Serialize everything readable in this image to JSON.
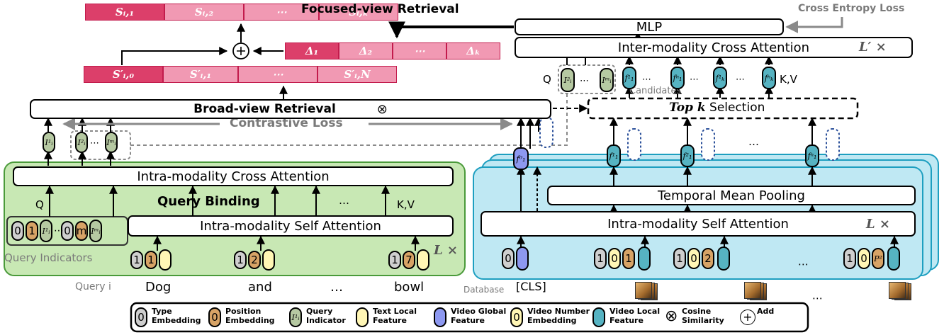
{
  "titles": {
    "focused": "Focused-view Retrieval",
    "broad": "Broad-view Retrieval",
    "cross_entropy": "Cross Entropy Loss",
    "contrastive": "Contrastive Loss",
    "candidates": "Candidates"
  },
  "modules": {
    "mlp": "MLP",
    "inter_cross": "Inter-modality Cross Attention",
    "inter_rep": "L′ ×",
    "intra_cross": "Intra-modality Cross Attention",
    "query_binding": "Query Binding",
    "intra_self_q": "Intra-modality Self Attention",
    "intra_self_v": "Intra-modality Self Attention",
    "temporal": "Temporal Mean Pooling",
    "topk_italic": "Top k",
    "topk_rest": " Selection",
    "rep_q": "L ×",
    "rep_v": "L ×"
  },
  "score_rows": {
    "final": [
      "Sᵢ,₁",
      "Sᵢ,₂",
      "⋯",
      "Sᵢ,ₖ"
    ],
    "delta": [
      "Δ₁",
      "Δ₂",
      "⋯",
      "Δₖ"
    ],
    "broad": [
      "S′ᵢ,₀",
      "S′ᵢ,₁",
      "⋯",
      "S′ᵢ,N"
    ]
  },
  "labels": {
    "q": "Q",
    "kv_top": "K,V",
    "kv_mid": "K,V",
    "q_left": "Q",
    "query_indicators": "Query Indicators",
    "query_i": "Query i",
    "database": "Database",
    "cls": "[CLS]",
    "dots": "⋯",
    "dots2": "…",
    "dots3": "…"
  },
  "query_words": [
    "Dog",
    "and",
    "…",
    "bowl"
  ],
  "query_tokens": [
    {
      "type": "1",
      "pos": "1"
    },
    {
      "type": "1",
      "pos": "2"
    },
    {
      "type": "1",
      "pos": "7"
    }
  ],
  "indicator_tokens": [
    {
      "type": "0",
      "pos": "1",
      "ind": "I¹ᵢ"
    },
    {
      "type": "0",
      "pos": "m",
      "ind": "Iᵐᵢ"
    }
  ],
  "video_tokens": [
    {
      "type": "0"
    },
    {
      "type": "1",
      "n1": "0",
      "n2": "1"
    },
    {
      "type": "1",
      "n1": "0",
      "n2": "2"
    },
    {
      "type": "1",
      "n1": "0",
      "n2": "P²"
    }
  ],
  "indicators": [
    "I¹ᵢ",
    "I²ᵢ",
    "Iᵐᵢ"
  ],
  "mid_indicators": [
    "I²ᵢ",
    "Iᵐᵢ"
  ],
  "video_features_top": [
    "f¹₁",
    "fⁿ₁",
    "f¹ₖ",
    "fⁿₖ"
  ],
  "video_features_mid": [
    "f⁰₁",
    "f¹₁",
    "f²₁",
    "fⁿ₁"
  ],
  "legend": [
    {
      "icon": "0",
      "text": "Type\nEmbedding",
      "style": "grey"
    },
    {
      "icon": "0",
      "text": "Position\nEmbedding",
      "style": "orange"
    },
    {
      "icon": "I¹ᵢ",
      "text": "Query\nIndicator",
      "style": "green"
    },
    {
      "icon": "",
      "text": "Text Local\nFeature",
      "style": "yellow"
    },
    {
      "icon": "",
      "text": "Video Global\nFeature",
      "style": "blue"
    },
    {
      "icon": "0",
      "text": "Video Number\nEmbedding",
      "style": "yellow"
    },
    {
      "icon": "",
      "text": "Video Local\nFeature",
      "style": "teal"
    },
    {
      "icon": "⊗",
      "text": "Cosine\nSimilarity",
      "style": "cos"
    },
    {
      "icon": "+",
      "text": "Add",
      "style": "add"
    }
  ],
  "colors": {
    "green_panel": "#c8e8b4",
    "blue_panel": "#bfe8f3",
    "score_dark": "#dc3f6a",
    "score_light": "#f199b3",
    "score_cell_border": "#c21b4c"
  }
}
